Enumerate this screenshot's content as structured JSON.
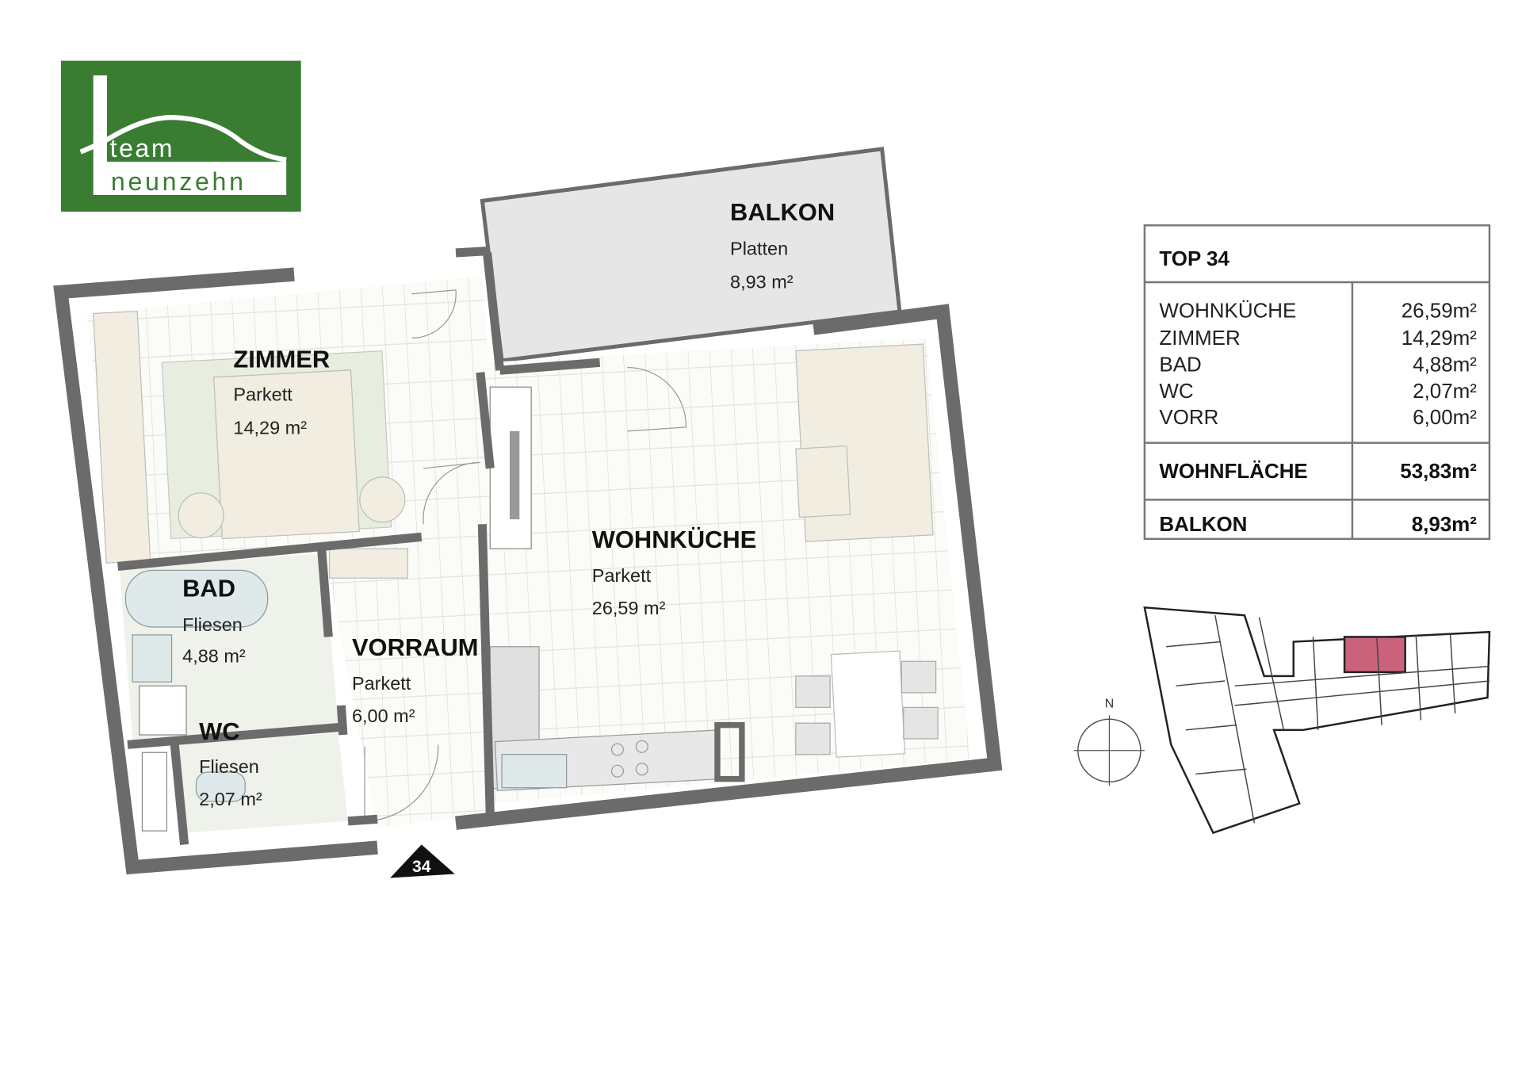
{
  "logo": {
    "line1": "team",
    "line2": "neunzehn",
    "color": "#3a7d32"
  },
  "rooms": {
    "balkon": {
      "name": "BALKON",
      "floor": "Platten",
      "area": "8,93 m²"
    },
    "zimmer": {
      "name": "ZIMMER",
      "floor": "Parkett",
      "area": "14,29 m²"
    },
    "wohnkueche": {
      "name": "WOHNKÜCHE",
      "floor": "Parkett",
      "area": "26,59 m²"
    },
    "bad": {
      "name": "BAD",
      "floor": "Fliesen",
      "area": "4,88 m²"
    },
    "vorraum": {
      "name": "VORRAUM",
      "floor": "Parkett",
      "area": "6,00 m²"
    },
    "wc": {
      "name": "WC",
      "floor": "Fliesen",
      "area": "2,07 m²"
    }
  },
  "entrance_marker": "34",
  "area_table": {
    "title": "TOP 34",
    "rows": [
      {
        "label": "WOHNKÜCHE",
        "value": "26,59m²"
      },
      {
        "label": "ZIMMER",
        "value": "14,29m²"
      },
      {
        "label": "BAD",
        "value": "4,88m²"
      },
      {
        "label": "WC",
        "value": "2,07m²"
      },
      {
        "label": "VORR",
        "value": "6,00m²"
      }
    ],
    "total": {
      "label": "WOHNFLÄCHE",
      "value": "53,83m²"
    },
    "balcony": {
      "label": "BALKON",
      "value": "8,93m²"
    }
  },
  "site_plan": {
    "north_label": "N",
    "highlight_color": "#c9627a"
  }
}
